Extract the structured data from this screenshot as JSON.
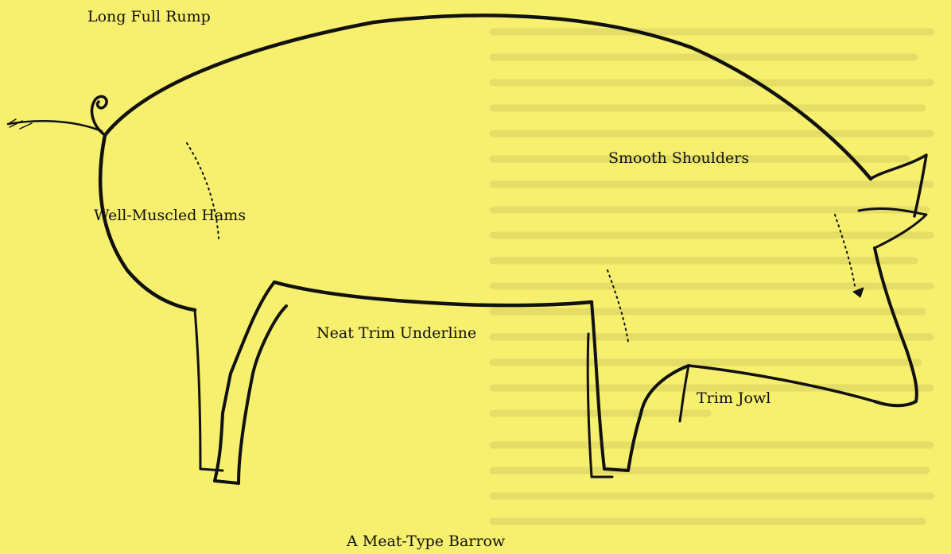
{
  "labels": {
    "rump": "Long Full Rump",
    "shoulders": "Smooth Shoulders",
    "hams": "Well-Muscled Hams",
    "underline": "Neat Trim Underline",
    "jowl": "Trim Jowl"
  },
  "caption": "A Meat-Type Barrow",
  "colors": {
    "background": "#f7ef6e",
    "ink": "#111111"
  }
}
